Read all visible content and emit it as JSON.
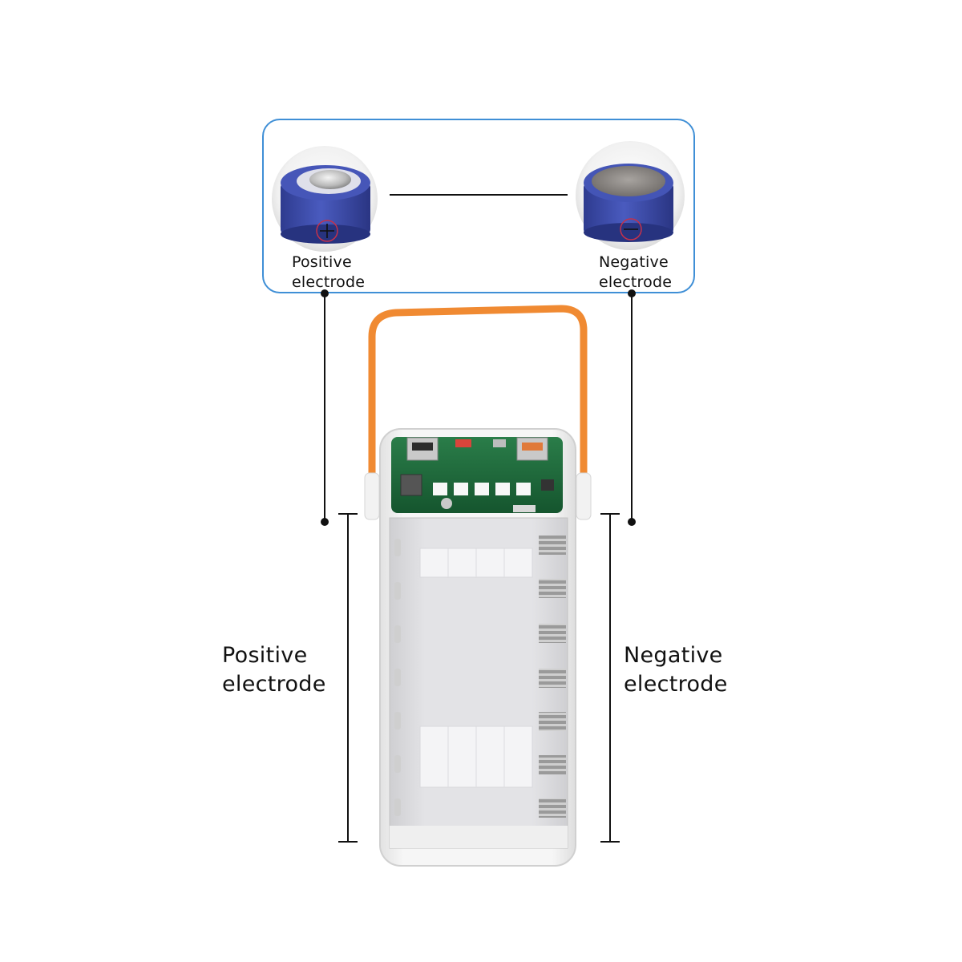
{
  "callout": {
    "positive_label_line1": "Positive",
    "positive_label_line2": "electrode",
    "negative_label_line1": "Negative",
    "negative_label_line2": "electrode"
  },
  "main": {
    "positive_label_line1": "Positive",
    "positive_label_line2": "electrode",
    "negative_label_line1": "Negative",
    "negative_label_line2": "electrode"
  },
  "colors": {
    "callout_border": "#3f8fd6",
    "battery_blue": "#3c4aa6",
    "handle_orange": "#f08a32",
    "pcb_green": "#1e6b3c"
  },
  "icons": {
    "plus": "plus-icon",
    "minus": "minus-icon"
  }
}
